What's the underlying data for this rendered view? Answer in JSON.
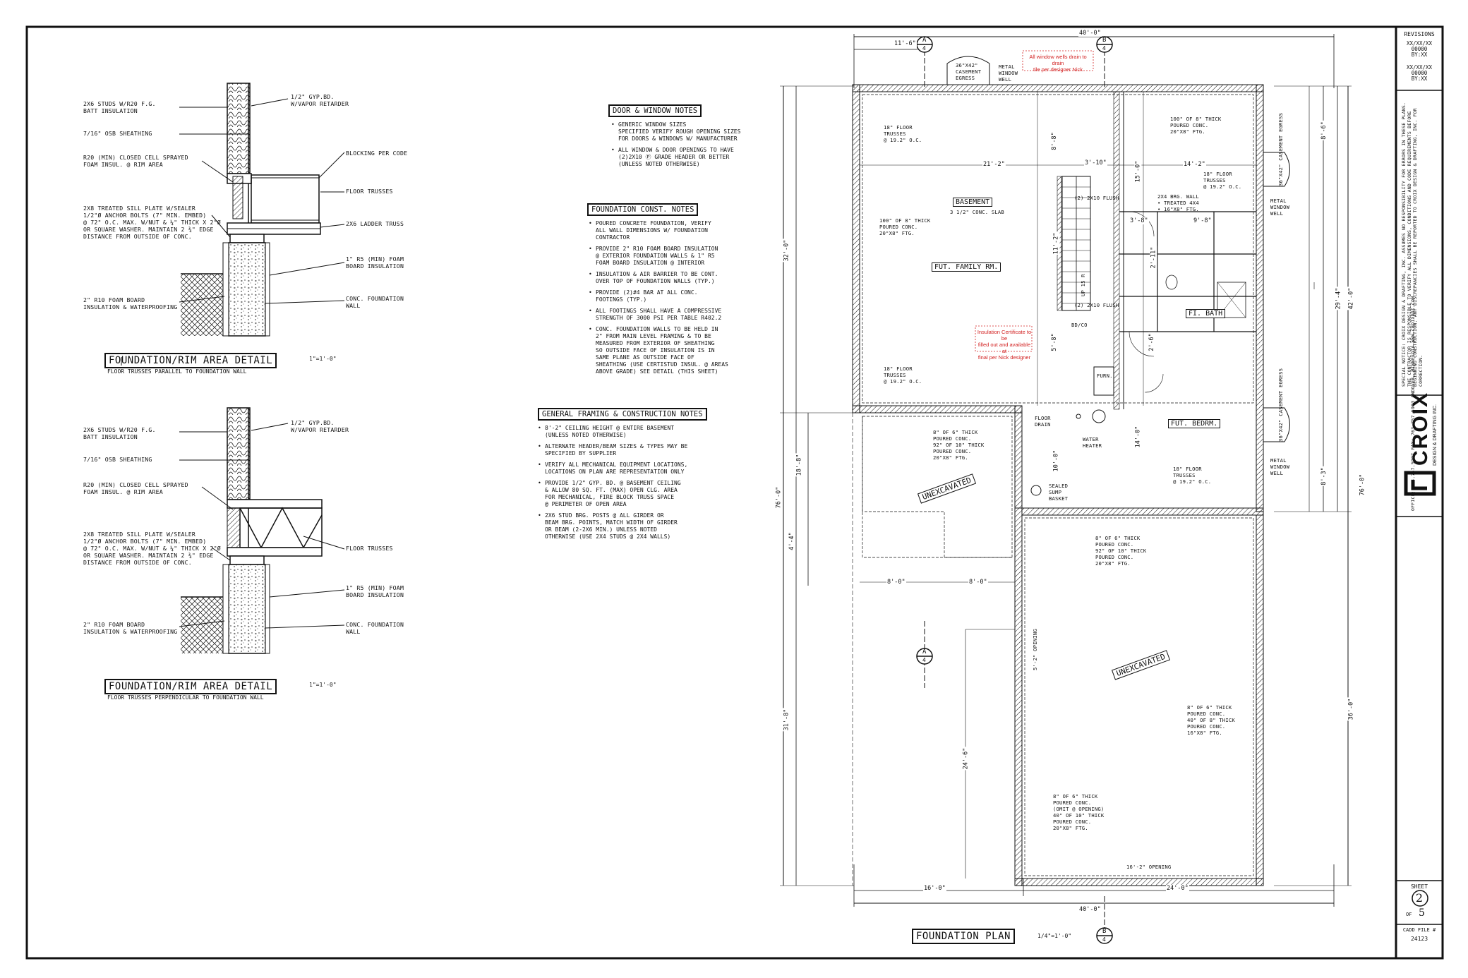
{
  "detail1": {
    "labels": {
      "studs": "2x6 STUDS w/R20 F.G.\nBATT INSULATION",
      "osb": "7/16\" OSB SHEATHING",
      "r20": "R20 (MIN) CLOSED CELL SPRAYED\nFOAM INSUL. @ RIM AREA",
      "sill": "2x8 TREATED SILL PLATE w/SEALER\n1/2\"Ø ANCHOR BOLTS (7\" MIN. EMBED)\n@ 72\" O.C. MAX. w/NUT & ¼\" THICK x 2\"Ø\nor SQUARE WASHER. MAINTAIN 2 ¾\" EDGE\nDISTANCE FROM OUTSIDE OF CONC.",
      "foamboard": "2\" R10 FOAM BOARD\nINSULATION & WATERPROOFING",
      "gyp": "1/2\" GYP.BD.\nw/VAPOR RETARDER",
      "blocking": "BLOCKING PER CODE",
      "trusses": "FLOOR TRUSSES",
      "ladder": "2x6 LADDER TRUSS",
      "r5": "1\" R5 (MIN) FOAM\nBOARD INSULATION",
      "wall": "CONC. FOUNDATION\nWALL"
    },
    "title": "FOUNDATION/RIM AREA DETAIL",
    "scale": "1\"=1'-0\"",
    "subtitle": "FLOOR TRUSSES PARALLEL TO FOUNDATION WALL"
  },
  "detail2": {
    "labels": {
      "studs": "2x6 STUDS w/R20 F.G.\nBATT INSULATION",
      "osb": "7/16\" OSB SHEATHING",
      "r20": "R20 (MIN) CLOSED CELL SPRAYED\nFOAM INSUL. @ RIM AREA",
      "sill": "2x8 TREATED SILL PLATE w/SEALER\n1/2\"Ø ANCHOR BOLTS (7\" MIN. EMBED)\n@ 72\" O.C. MAX. w/NUT & ¼\" THICK x 2\"Ø\nor SQUARE WASHER. MAINTAIN 2 ¾\" EDGE\nDISTANCE FROM OUTSIDE OF CONC.",
      "foamboard": "2\" R10 FOAM BOARD\nINSULATION & WATERPROOFING",
      "gyp": "1/2\" GYP.BD.\nw/VAPOR RETARDER",
      "trusses": "FLOOR TRUSSES",
      "r5": "1\" R5 (MIN) FOAM\nBOARD INSULATION",
      "wall": "CONC. FOUNDATION\nWALL"
    },
    "title": "FOUNDATION/RIM AREA DETAIL",
    "scale": "1\"=1'-0\"",
    "subtitle": "FLOOR TRUSSES PERPENDICULAR TO FOUNDATION WALL"
  },
  "door_window": {
    "title": "DOOR & WINDOW NOTES",
    "items": [
      "GENERIC WINDOW SIZES\nSPECIFIED VERIFY ROUGH OPENING SIZES\nFOR DOORS & WINDOWS w/ MANUFACTURER",
      "ALL WINDOW & DOOR OPENINGS TO HAVE\n(2)2x10 Ⓟ GRADE HEADER or BETTER\n(UNLESS NOTED OTHERWISE)"
    ]
  },
  "foundation_notes": {
    "title": "FOUNDATION CONST. NOTES",
    "items": [
      "POURED CONCRETE FOUNDATION, VERIFY\nALL WALL DIMENSIONS w/ FOUNDATION\nCONTRACTOR",
      "PROVIDE 2\" R10 FOAM BOARD INSULATION\n@ EXTERIOR FOUNDATION WALLS & 1\" R5\nFOAM BOARD INSULATION @ INTERIOR",
      "INSULATION & AIR BARRIER TO BE CONT.\nOVER TOP OF FOUNDATION WALLS (TYP.)",
      "PROVIDE (2)#4 BAR AT ALL CONC.\nFOOTINGS (TYP.)",
      "ALL FOOTINGS SHALL HAVE A COMPRESSIVE\nSTRENGTH OF 3000 PSI PER TABLE R402.2",
      "CONC. FOUNDATION WALLS TO BE HELD IN\n2\" FROM MAIN LEVEL FRAMING & TO BE\nMEASURED FROM EXTERIOR OF SHEATHING\nSO OUTSIDE FACE OF INSULATION IS IN\nSAME PLANE AS OUTSIDE FACE OF\nSHEATHING (USE CERTISTUD INSUL. @ AREAS\nABOVE GRADE) SEE DETAIL (THIS SHEET)"
    ]
  },
  "framing_notes": {
    "title": "GENERAL FRAMING & CONSTRUCTION NOTES",
    "items": [
      "8'-2\" CEILING HEIGHT @ ENTIRE BASEMENT\n(UNLESS NOTED OTHERWISE)",
      "ALTERNATE HEADER/BEAM SIZES & TYPES MAY BE\nSPECIFIED BY SUPPLIER",
      "VERIFY ALL MECHANICAL EQUIPMENT LOCATIONS,\nLOCATIONS ON PLAN ARE REPRESENTATION ONLY",
      "PROVIDE 1/2\" GYP. BD. @ BASEMENT CEILING\n& ALLOW 80 SQ. FT. (MAX) OPEN CLG. AREA\nFOR MECHANICAL, FIRE BLOCK TRUSS SPACE\n@ PERIMETER OF OPEN AREA",
      "2x6 STUD BRG. POSTS @ ALL GIRDER or\nBEAM BRG. POINTS, MATCH WIDTH OF GIRDER\nor BEAM (2-2x6 MIN.) UNLESS NOTED\nOTHERWISE (USE 2x4 STUDS @ 2x4 WALLS)"
    ]
  },
  "plan": {
    "title": "FOUNDATION PLAN",
    "scale": "1/4\"=1'-0\"",
    "rooms": {
      "basement": "BASEMENT",
      "basement_sub": "3 1/2\" CONC. SLAB",
      "family": "FUT. FAMILY RM.",
      "bath": "FI. BATH",
      "bedroom": "FUT. BEDRM.",
      "unex1": "UNEXCAVATED",
      "unex2": "UNEXCAVATED"
    },
    "labels": {
      "casement1": "36\"x42\"\nCASEMENT\nEGRESS",
      "metal_well1": "METAL\nWINDOW\nWELL",
      "trusses_tl": "18\" FLOOR\nTRUSSES\n@ 19.2\" O.C.",
      "wall_8": "100\" OF 8\" THICK\nPOURED CONC.\n20\"x8\" FTG.",
      "trusses_bl": "18\" FLOOR\nTRUSSES\n@ 19.2\" O.C.",
      "wall_tr": "100\" OF 8\" THICK\nPOURED CONC.\n20\"x8\" FTG.",
      "trusses_tr": "18\" FLOOR\nTRUSSES\n@ 19.2\" O.C.",
      "brg_wall": "2x4 BRG. WALL\n• TREATED 4x4\n• 16\"x8\" FTG.",
      "casement2": "36\"x42\"\nCASEMENT\nEGRESS",
      "metal_well2": "METAL\nWINDOW\nWELL",
      "casement3": "36\"x42\"\nCASEMENT\nEGRESS",
      "metal_well3": "METAL\nWINDOW\nWELL",
      "trusses_br": "18\" FLOOR\nTRUSSES\n@ 19.2\" O.C.",
      "floor_drain": "FLOOR\nDRAIN",
      "water_heater": "WATER\nHEATER",
      "sump": "SEALED\nSUMP\nBASKET",
      "furn": "FURN.",
      "wall_6_1": "8\" OF 6\" THICK\nPOURED CONC.\n92\" OF 10\" THICK\nPOURED CONC.\n20\"x8\" FTG.",
      "wall_6_2": "8\" OF 6\" THICK\nPOURED CONC.\n92\" OF 10\" THICK\nPOURED CONC.\n20\"x8\" FTG.",
      "wall_6_3": "8\" OF 6\" THICK\nPOURED CONC.\n40\" OF 8\" THICK\nPOURED CONC.\n16\"x8\" FTG.",
      "wall_6_4": "8\" OF 6\" THICK\nPOURED CONC.\n(OMIT @ OPENING)\n40\" OF 10\" THICK\nPOURED CONC.\n20\"x8\" FTG.",
      "opening_bottom": "16'-2\" OPENING",
      "opening_side": "5'-2\" OPENING",
      "up": "UP 15 R",
      "stair_flush1": "(2) 2x10 FLUSH",
      "stair_flush2": "(2) 2x10 FLUSH",
      "bd": "BD/CO"
    },
    "red_notes": {
      "top": "All window wells drain to drain\ntile per designer Nick",
      "mid": "Insulation Certificate to be\nfilled out and available at\nfinal per Nick designer"
    },
    "dims": {
      "top_overall": "40'-0\"",
      "top_left": "11'-6\"",
      "bottom_overall": "40'-0\"",
      "bottom_left": "16'-0\"",
      "bottom_right": "24'-0\"",
      "mid_21": "21'-2\"",
      "mid_14": "14'-2\"",
      "d_3_10": "3'-10\"",
      "d_3_8": "3'-8\"",
      "d_9_8": "9'-8\"",
      "d_8_0a": "8'-0\"",
      "d_8_0b": "8'-0\"",
      "left_32": "32'-0\"",
      "left_76": "76'-0\"",
      "left_31": "31'-8\"",
      "left_4_4": "4'-4\"",
      "left_18": "18'-8\"",
      "right_29": "29'-4\"",
      "right_42": "42'-0\"",
      "right_8_6": "8'-6\"",
      "right_8_3": "8'-3\"",
      "right_76": "76'-0\"",
      "right_36": "36'-0\"",
      "d_24_6": "24'-6\"",
      "d_11_2": "11'-2\"",
      "d_8_8": "8'-8\"",
      "d_15": "15'-0\"",
      "d_14": "14'-0\"",
      "d_10": "10'-0\"",
      "d_5_8": "5'-8\"",
      "d_2_11": "2'-11\"",
      "d_2_6": "2'-6\""
    },
    "markers": {
      "a_top": "A",
      "a_top_n": "4",
      "b_top": "B",
      "b_top_n": "4",
      "a_mid": "A",
      "a_mid_n": "4",
      "b_bot": "B",
      "b_bot_n": "4"
    }
  },
  "title_block": {
    "revisions_label": "REVISIONS",
    "rev1": "XX/XX/XX\n00000\nBY:XX",
    "rev2": "XX/XX/XX\n00000\nBY:XX",
    "special_notice": "SPECIAL NOTICE: CROIX DESIGN & DRAFTING, INC. ASSUMES NO RESPONSIBILITY FOR ERRORS IN THESE PLANS. THE CONTRACTOR IS RESPONSIBLE TO VERIFY ALL DIMENSIONS, CONDITIONS AND CODE REQUIREMENTS BEFORE BEGINNING CONSTRUCTION. ANY DISCREPANCIES SHALL BE REPORTED TO CROIX DESIGN & DRAFTING, INC. FOR CORRECTION.",
    "contact": "OFFICE: 763.757.5997\nFAX: 763.757.5983\nANDOVER, MINNESOTA\nWWW.CROIXDDI.COM",
    "logo_text": "CROIX",
    "logo_sub": "DESIGN & DRAFTING INC.",
    "sheet_label": "SHEET",
    "sheet_num": "2",
    "of_label": "OF",
    "of_num": "5",
    "cadd_label": "CADD FILE #",
    "cadd_num": "24123"
  }
}
